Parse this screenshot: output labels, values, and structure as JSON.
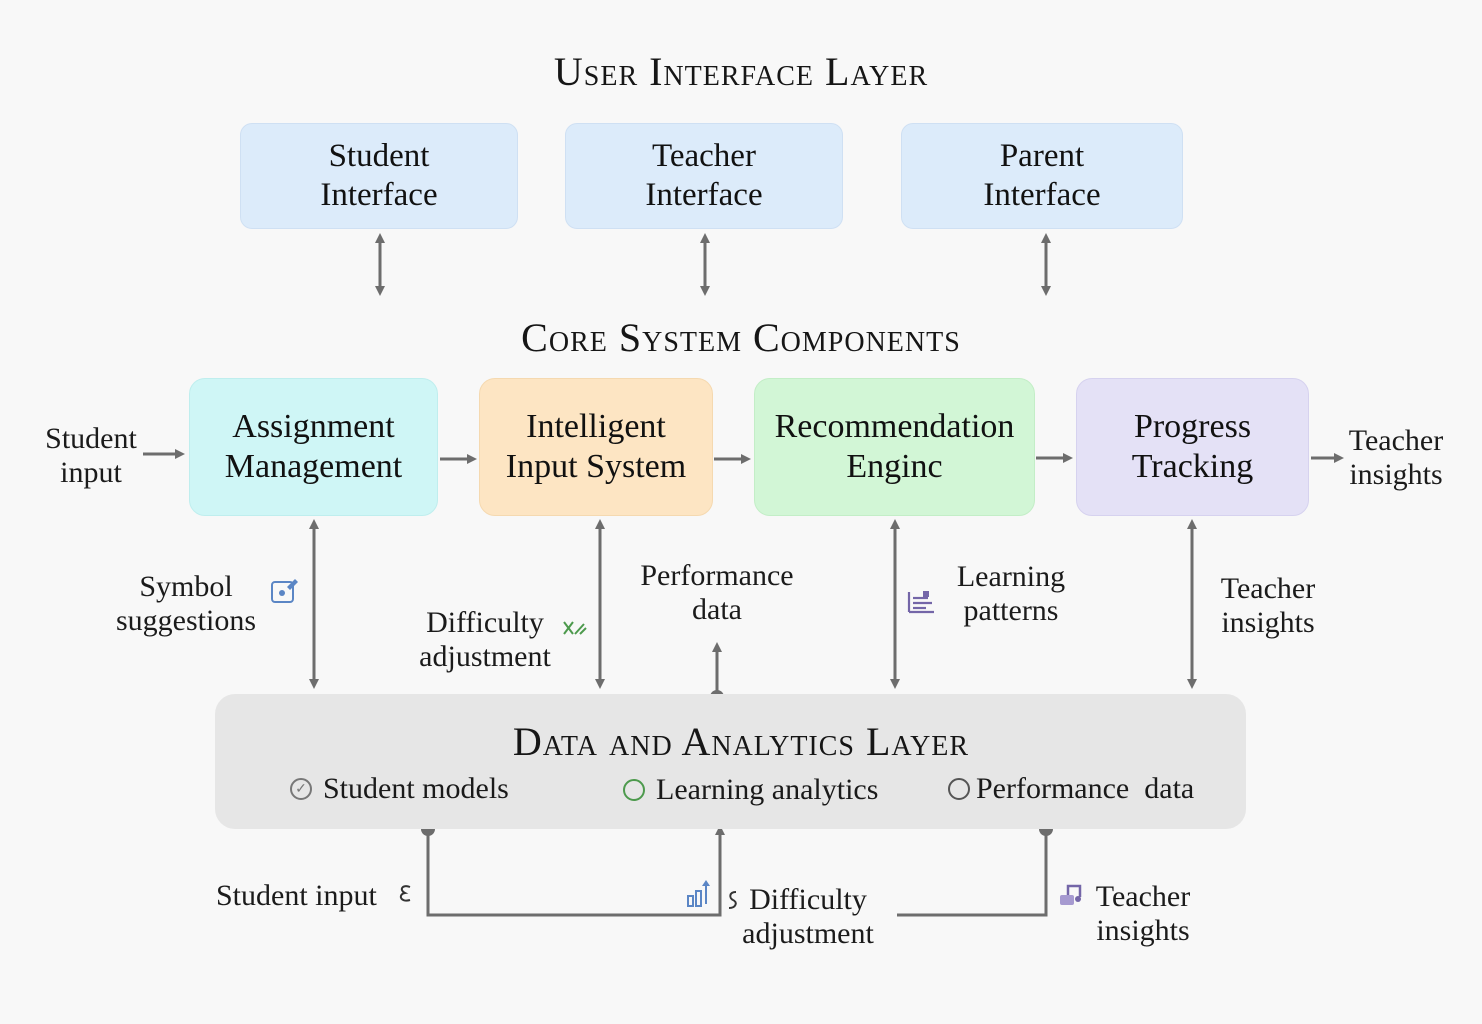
{
  "ui_layer": {
    "title": "User Interface Layer",
    "boxes": [
      "Student\nInterface",
      "Teacher\nInterface",
      "Parent\nInterface"
    ]
  },
  "core": {
    "title": "Core System Components",
    "boxes": [
      {
        "label": "Assignment\nManagement",
        "color": "#cff6f6"
      },
      {
        "label": "Intelligent\nInput System",
        "color": "#fde5c3"
      },
      {
        "label": "Recommendation\nEnginc",
        "color": "#d2f6d6"
      },
      {
        "label": "Progress\nTracking",
        "color": "#e4e1f6"
      }
    ],
    "left_label": "Student\ninput",
    "right_label": "Teacher\ninsights"
  },
  "connections": {
    "symbol_suggestions": "Symbol\nsuggestions",
    "difficulty_adjustment": "Difficulty\nadjustment",
    "performance_data": "Performance\ndata",
    "learning_patterns": "Learning\npatterns",
    "teacher_insights": "Teacher\ninsights"
  },
  "data_layer": {
    "title": "Data and Analytics Layer",
    "items": [
      {
        "label": "Student models",
        "icon": "check-circle-icon"
      },
      {
        "label": "Learning analytics",
        "icon": "green-circle-icon"
      },
      {
        "label": "Performance  data",
        "icon": "circle-icon"
      }
    ]
  },
  "bottom": {
    "student_input": "Student input",
    "difficulty_adjustment": "Difficulty\nadjustment",
    "teacher_insights": "Teacher\ninsights"
  },
  "colors": {
    "arrow": "#6d6d6d",
    "ui_box": "#dcebfa",
    "data_panel": "#e6e6e6",
    "icon_blue": "#5b86c5",
    "icon_green": "#4d9a4d",
    "icon_purple": "#7466a8"
  }
}
